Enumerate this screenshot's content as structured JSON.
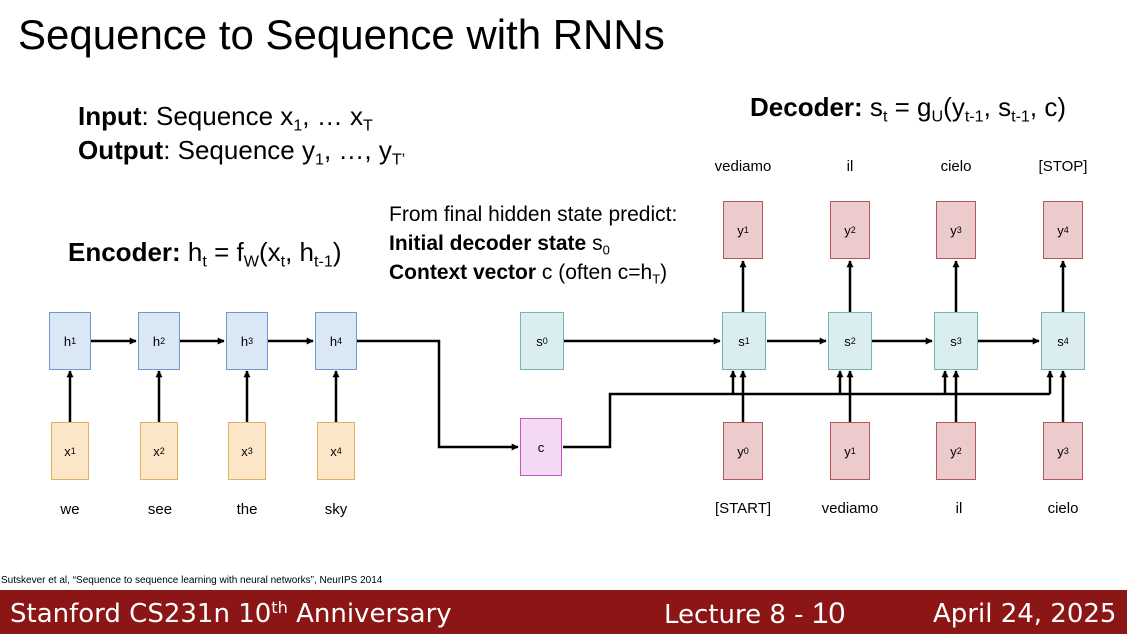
{
  "title": "Sequence to Sequence with RNNs",
  "io": {
    "input_label": "Input",
    "input_text": ": Sequence x",
    "input_sub1": "1",
    "input_mid": ", … x",
    "input_subT": "T",
    "output_label": "Output",
    "output_text": ": Sequence y",
    "output_sub1": "1",
    "output_mid": ", …, y",
    "output_subT": "T’"
  },
  "encoder": {
    "label": "Encoder:",
    "f_h": "h",
    "f_t": "t",
    "f_eq": " = f",
    "f_W": "W",
    "f_open": "(x",
    "f_t2": "t",
    "f_comma": ", h",
    "f_tm1": "t-1",
    "f_close": ")"
  },
  "decoder": {
    "label": "Decoder:",
    "f_s": " s",
    "f_t": "t",
    "f_eq": " = g",
    "f_U": "U",
    "f_open": "(y",
    "f_tm1a": "t-1",
    "f_comma": ", s",
    "f_tm1b": "t-1",
    "f_close": ", c)"
  },
  "predict": {
    "line1": "From final hidden state predict:",
    "line2_bold": "Initial decoder state",
    "line2_rest": " s",
    "line2_sub": "0",
    "line3_bold": "Context vector",
    "line3_rest": " c (often c=h",
    "line3_sub": "T",
    "line3_close": ")"
  },
  "encoder_nodes": {
    "h": [
      {
        "base": "h",
        "sub": "1"
      },
      {
        "base": "h",
        "sub": "2"
      },
      {
        "base": "h",
        "sub": "3"
      },
      {
        "base": "h",
        "sub": "4"
      }
    ],
    "x": [
      {
        "base": "x",
        "sub": "1"
      },
      {
        "base": "x",
        "sub": "2"
      },
      {
        "base": "x",
        "sub": "3"
      },
      {
        "base": "x",
        "sub": "4"
      }
    ],
    "words": [
      "we",
      "see",
      "the",
      "sky"
    ]
  },
  "context_node": "c",
  "decoder_nodes": {
    "s0": {
      "base": "s",
      "sub": "0"
    },
    "s": [
      {
        "base": "s",
        "sub": "1"
      },
      {
        "base": "s",
        "sub": "2"
      },
      {
        "base": "s",
        "sub": "3"
      },
      {
        "base": "s",
        "sub": "4"
      }
    ],
    "y_out": [
      {
        "base": "y",
        "sub": "1"
      },
      {
        "base": "y",
        "sub": "2"
      },
      {
        "base": "y",
        "sub": "3"
      },
      {
        "base": "y",
        "sub": "4"
      }
    ],
    "y_in": [
      {
        "base": "y",
        "sub": "0"
      },
      {
        "base": "y",
        "sub": "1"
      },
      {
        "base": "y",
        "sub": "2"
      },
      {
        "base": "y",
        "sub": "3"
      }
    ],
    "out_words": [
      "vediamo",
      "il",
      "cielo",
      "[STOP]"
    ],
    "in_words": [
      "[START]",
      "vediamo",
      "il",
      "cielo"
    ]
  },
  "citation": "Sutskever et al, “Sequence to sequence learning with neural networks”, NeurIPS 2014",
  "footer": {
    "course": "Stanford CS231n 10",
    "course_sup": "th",
    "course_rest": " Anniversary",
    "lecture": "Lecture 8 - ",
    "lecture_num": "10",
    "date": "April 24, 2025",
    "bg_color": "#8c1515"
  }
}
